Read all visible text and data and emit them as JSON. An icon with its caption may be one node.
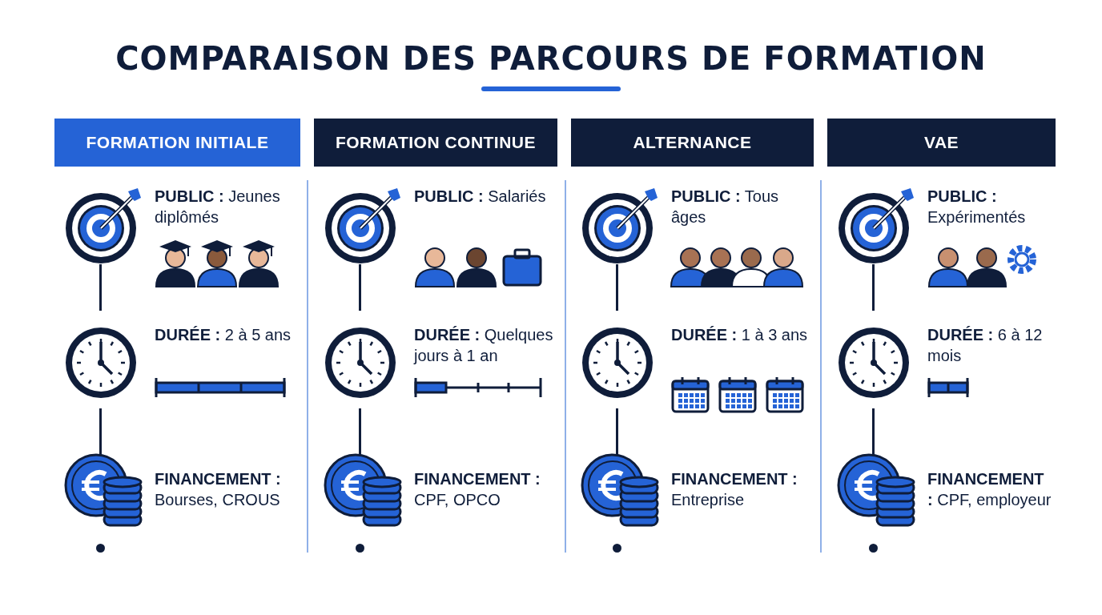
{
  "diagram": {
    "title": "COMPARAISON DES PARCOURS DE FORMATION",
    "labels": [
      "FORMATION INITIALE",
      "FORMATION CONTINUE",
      "ALTERNANCE",
      "VAE",
      "**PUBLIC :** Jeunes diplômés",
      "**PUBLIC :** Salariés",
      "**PUBLIC :** Tous âges",
      "**PUBLIC :** Expérimentés",
      "**DURÉE :** 2 à 5 ans",
      "**DURÉE :** Quelques jours à 1 an",
      "**DURÉE :** 1 à 3 ans",
      "**DURÉE :** 6 à 12 mois",
      "**FINANCEMENT :** Bourses, CROUS",
      "**FINANCEMENT :** CPF, OPCO",
      "**FINANCEMENT :** Entreprise",
      "**FINANCEMENT :** CPF, employeur"
    ]
  }
}
